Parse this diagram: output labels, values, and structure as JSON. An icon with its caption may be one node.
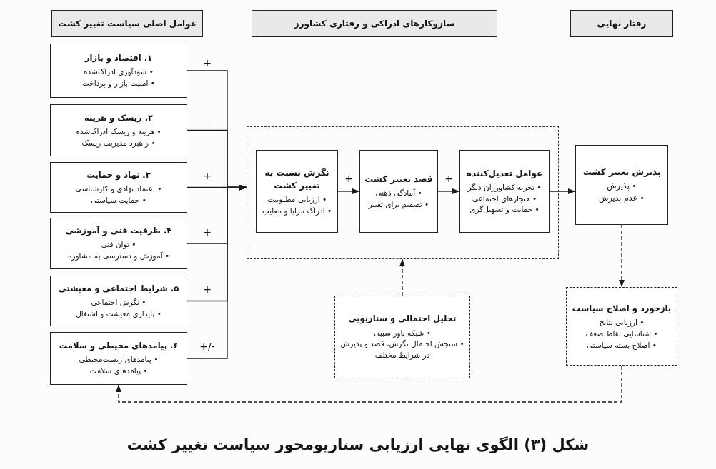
{
  "diagram": {
    "caption": "شکل (۳) الگوی نهایی ارزیابی سناریومحور سیاست تغییر کشت",
    "nodes": [
      {
        "text": [
          "عوامل اصلی سیاست تغییر کشت"
        ]
      },
      {
        "text": [
          "سازوکارهای ادراکی و رفتاری کشاورز"
        ]
      },
      {
        "text": [
          "رفتار نهایی"
        ]
      },
      {
        "text": [
          "۱. اقتصاد و بازار",
          "• سودآوری ادراک‌شده",
          "• امنیت بازار و پرداخت"
        ]
      },
      {
        "text": [
          "۲. ریسک و هزینه",
          "• هزینه و ریسک ادراک‌شده",
          "• راهبرد مدیریت ریسک"
        ]
      },
      {
        "text": [
          "۳. نهاد و حمایت",
          "• اعتماد نهادی و کارشناسی",
          "• حمایت سیاستی"
        ]
      },
      {
        "text": [
          "۴. ظرفیت فنی و آموزشی",
          "• توان فنی",
          "• آموزش و دسترسی به مشاوره"
        ]
      },
      {
        "text": [
          "۵. شرایط اجتماعی و معیشتی",
          "• نگرش اجتماعی",
          "• پایداری معیشت و اشتغال"
        ]
      },
      {
        "text": [
          "۶. پیامدهای محیطی و سلامت",
          "• پیامدهای زیست‌محیطی",
          "• پیامدهای سلامت"
        ]
      },
      {
        "text": [],
        "shape": "box"
      },
      {
        "text": [
          "نگرش نسبت به تغییر کشت",
          "• ارزیابی مطلوبیت",
          "• ادراک مزایا و معایب"
        ],
        "in": 9
      },
      {
        "text": [
          "قصد تغییر کشت",
          "• آمادگی ذهنی",
          "• تصمیم برای تغییر"
        ],
        "in": 9
      },
      {
        "text": [
          "عوامل تعدیل‌کننده",
          "• تجربه کشاورزان دیگر",
          "• هنجارهای اجتماعی",
          "• حمایت و تسهیل‌گری"
        ],
        "in": 9
      },
      {
        "text": [
          "پذیرش تغییر کشت",
          "• پذیرش",
          "• عدم پذیرش"
        ]
      },
      {
        "text": [
          "تحلیل احتمالی و سناریویی",
          "• شبکه باور سببی",
          "• سنجش احتمال نگرش، قصد و پذیرش در شرایط مختلف"
        ]
      },
      {
        "text": [
          "بازخورد و اصلاح سیاست",
          "• ارزیابی نتایج",
          "• شناسایی نقاط ضعف",
          "• اصلاح بسته سیاستی"
        ]
      }
    ],
    "edges": [
      {
        "from": 3,
        "to": 9,
        "arrow": "to",
        "label": "+"
      },
      {
        "from": 4,
        "to": 9,
        "arrow": "to",
        "label": "–"
      },
      {
        "from": 5,
        "to": 9,
        "arrow": "to",
        "label": "+"
      },
      {
        "from": 6,
        "to": 9,
        "arrow": "to",
        "label": "+"
      },
      {
        "from": 7,
        "to": 9,
        "arrow": "to",
        "label": "+"
      },
      {
        "from": 8,
        "to": 9,
        "arrow": "to",
        "label": "+/-"
      },
      {
        "from": 10,
        "to": 11,
        "arrow": "to",
        "label": "+"
      },
      {
        "from": 11,
        "to": 12,
        "arrow": "to",
        "label": "+"
      },
      {
        "from": 12,
        "to": 13,
        "arrow": "to"
      },
      {
        "from": 14,
        "to": 9,
        "arrow": "to",
        "style": "dashed"
      },
      {
        "from": 13,
        "to": 15,
        "arrow": "to",
        "style": "dashed"
      },
      {
        "from": 15,
        "to": 8,
        "arrow": "to",
        "style": "dashed"
      }
    ]
  }
}
